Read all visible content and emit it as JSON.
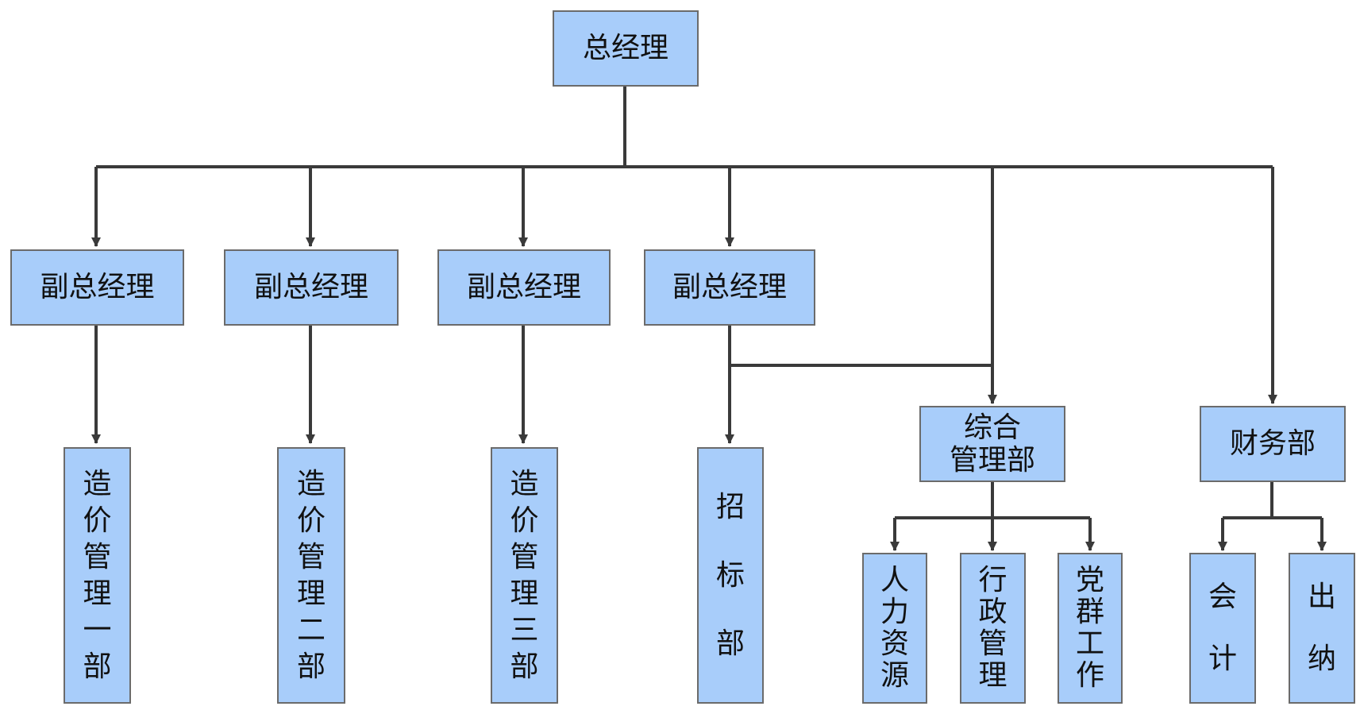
{
  "colors": {
    "box_fill": "#a8cdfa",
    "box_border": "#6b6b6b",
    "connector": "#3a3a3a",
    "text": "#111111"
  },
  "nodes": {
    "general_manager": {
      "label": "总经理"
    },
    "deputy_1": {
      "label": "副总经理"
    },
    "deputy_2": {
      "label": "副总经理"
    },
    "deputy_3": {
      "label": "副总经理"
    },
    "deputy_4": {
      "label": "副总经理"
    },
    "cost_dept_1": {
      "label": "造价管理一部"
    },
    "cost_dept_2": {
      "label": "造价管理二部"
    },
    "cost_dept_3": {
      "label": "造价管理三部"
    },
    "bidding_dept": {
      "label": "招标部"
    },
    "general_admin_dept": {
      "lines": [
        "综合",
        "管理部"
      ]
    },
    "finance_dept": {
      "label": "财务部"
    },
    "human_resources": {
      "label": "人力资源"
    },
    "admin_management": {
      "label": "行政管理"
    },
    "party_mass_work": {
      "label": "党群工作"
    },
    "accounting": {
      "label": "会计"
    },
    "cashier": {
      "label": "出纳"
    }
  }
}
